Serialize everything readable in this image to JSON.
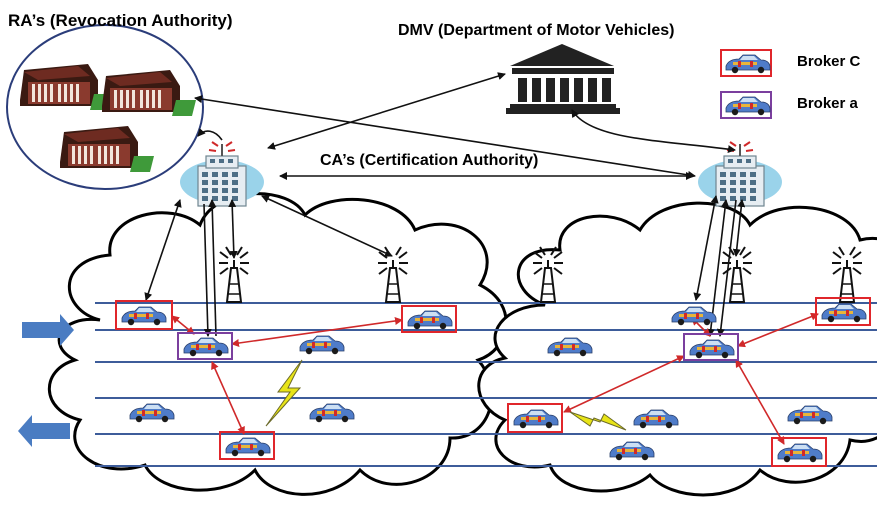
{
  "labels": {
    "ra": "RA’s (Revocation Authority)",
    "dmv": "DMV (Department of Motor Vehicles)",
    "ca": "CA’s (Certification Authority)"
  },
  "legend": {
    "red_item": "Broker C",
    "purple_item": "Broker a"
  },
  "colors": {
    "red_box": "#e0262b",
    "purple_box": "#7b3f9e",
    "red_arrow": "#d0292a",
    "black_arrow": "#111111",
    "lane_line": "#3d5c9a",
    "direction_arrow": "#4a7cc2",
    "ca_halo": "#9ad3ea",
    "building_roof": "#7a2b2b",
    "grass": "#3f9a3a",
    "lightning": "#e8e417"
  },
  "icons": [
    "building-icon",
    "ca-tower-icon",
    "dmv-temple-icon",
    "car-icon",
    "radio-tower-icon",
    "lightning-icon",
    "direction-arrow-icon"
  ]
}
